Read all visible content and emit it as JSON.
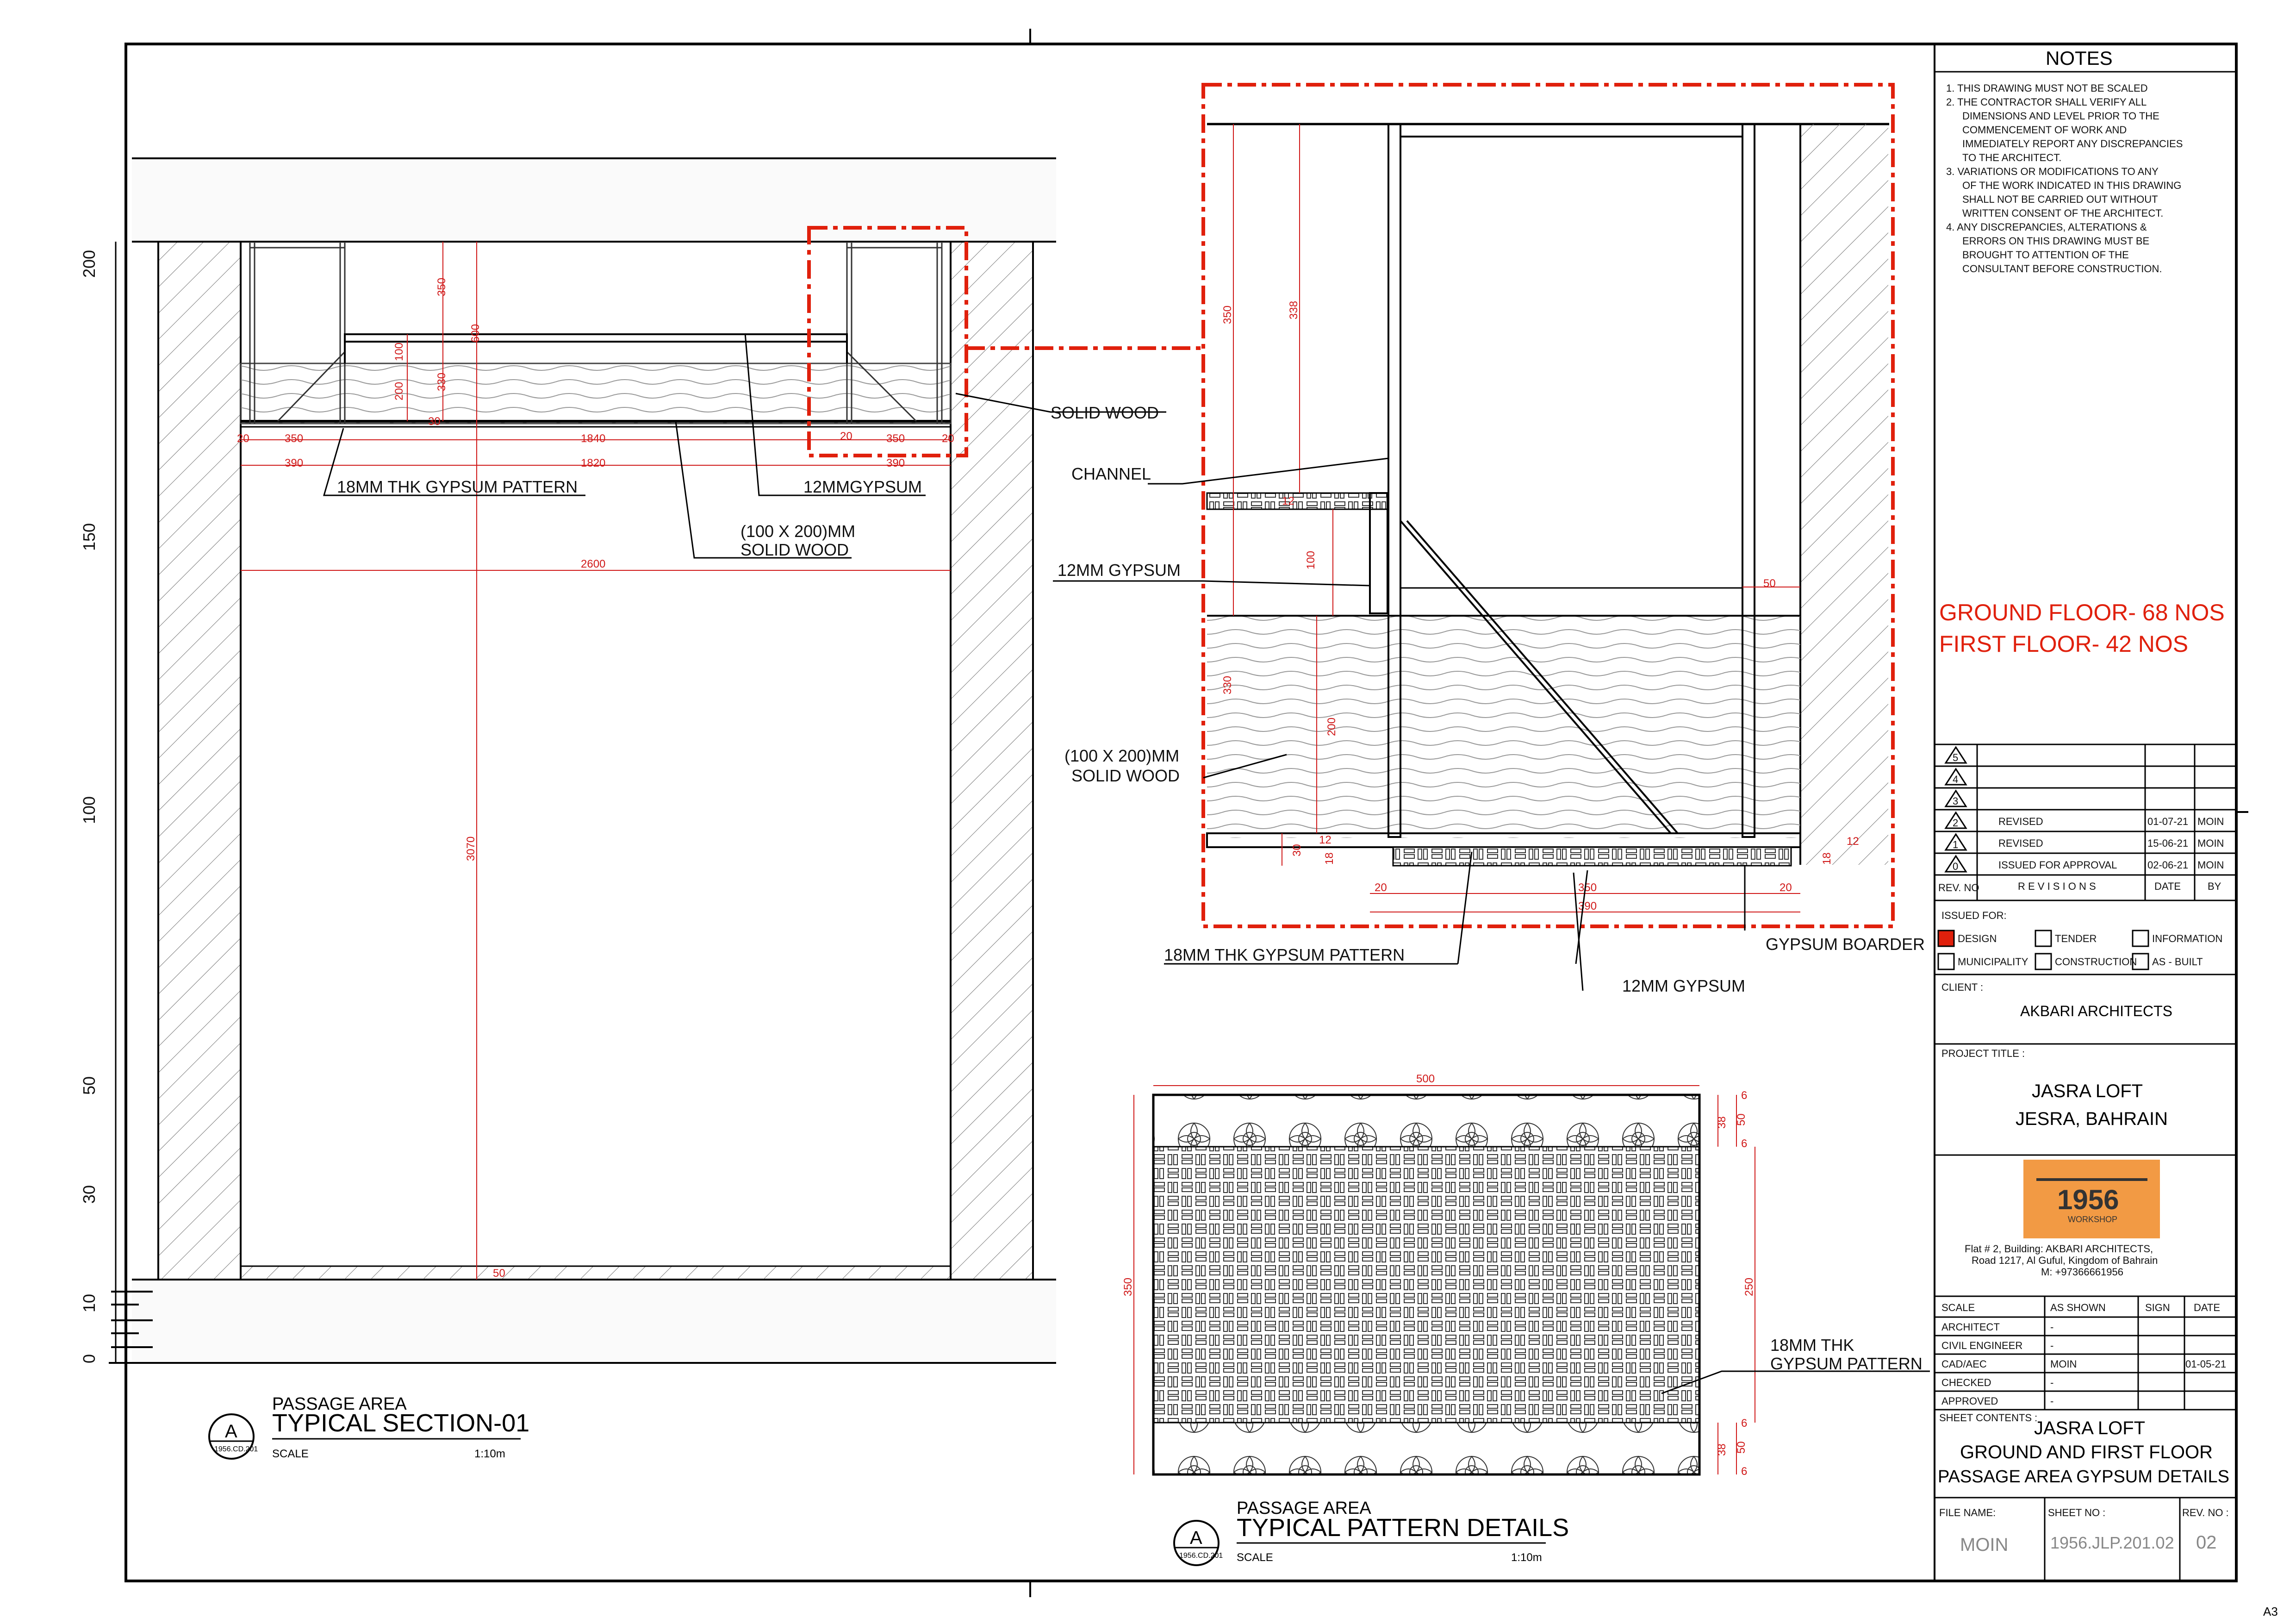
{
  "notes": {
    "title": "NOTES",
    "lines": [
      "1. THIS DRAWING MUST NOT BE SCALED",
      "2. THE CONTRACTOR SHALL VERIFY ALL",
      "DIMENSIONS AND LEVEL PRIOR TO THE",
      "COMMENCEMENT OF WORK AND",
      "IMMEDIATELY REPORT ANY DISCREPANCIES",
      "TO THE ARCHITECT.",
      "3. VARIATIONS OR MODIFICATIONS TO ANY",
      "OF THE WORK INDICATED IN THIS DRAWING",
      "SHALL NOT BE CARRIED OUT WITHOUT",
      "WRITTEN CONSENT OF THE ARCHITECT.",
      "4. ANY DISCREPANCIES, ALTERATIONS &",
      "ERRORS ON THIS DRAWING MUST BE",
      "BROUGHT TO ATTENTION OF THE",
      "CONSULTANT BEFORE CONSTRUCTION."
    ]
  },
  "quantities": [
    "GROUND FLOOR- 68 NOS",
    "FIRST FLOOR- 42 NOS"
  ],
  "revisions": {
    "rows": [
      {
        "no": "5",
        "desc": "",
        "date": "",
        "by": ""
      },
      {
        "no": "4",
        "desc": "",
        "date": "",
        "by": ""
      },
      {
        "no": "3",
        "desc": "",
        "date": "",
        "by": ""
      },
      {
        "no": "2",
        "desc": "REVISED",
        "date": "01-07-21",
        "by": "MOIN"
      },
      {
        "no": "1",
        "desc": "REVISED",
        "date": "15-06-21",
        "by": "MOIN"
      },
      {
        "no": "0",
        "desc": "ISSUED FOR APPROVAL",
        "date": "02-06-21",
        "by": "MOIN"
      }
    ],
    "header": {
      "no": "REV. NO",
      "title": "R E V I S I O N S",
      "date": "DATE",
      "by": "BY"
    }
  },
  "issued_for": {
    "label": "ISSUED FOR:",
    "options": [
      {
        "label": "DESIGN",
        "checked": true
      },
      {
        "label": "TENDER",
        "checked": false
      },
      {
        "label": "INFORMATION",
        "checked": false
      },
      {
        "label": "MUNICIPALITY",
        "checked": false
      },
      {
        "label": "CONSTRUCTION",
        "checked": false
      },
      {
        "label": "AS - BUILT",
        "checked": false
      }
    ]
  },
  "client": {
    "label": "CLIENT :",
    "name": "AKBARI ARCHITECTS"
  },
  "project": {
    "label": "PROJECT TITLE :",
    "line1": "JASRA LOFT",
    "line2": "JESRA, BAHRAIN"
  },
  "logo": {
    "text": "1956",
    "sub": "WORKSHOP"
  },
  "address": [
    "Flat # 2, Building: AKBARI ARCHITECTS,",
    "Road 1217, Al Guful, Kingdom of Bahrain",
    "M: +97366661956"
  ],
  "signoff": {
    "header": [
      "SCALE",
      "AS SHOWN",
      "SIGN",
      "DATE"
    ],
    "rows": [
      [
        "ARCHITECT",
        "-",
        "",
        ""
      ],
      [
        "CIVIL ENGINEER",
        "-",
        "",
        ""
      ],
      [
        "CAD/AEC",
        "MOIN",
        "",
        "01-05-21"
      ],
      [
        "CHECKED",
        "-",
        "",
        ""
      ],
      [
        "APPROVED",
        "-",
        "",
        ""
      ]
    ]
  },
  "sheet_contents": {
    "label": "SHEET CONTENTS :",
    "lines": [
      "JASRA LOFT",
      "GROUND AND FIRST FLOOR",
      "PASSAGE AREA GYPSUM DETAILS"
    ]
  },
  "footer": {
    "file_label": "FILE NAME:",
    "file": "MOIN",
    "sheet_label": "SHEET NO :",
    "sheet": "1956.JLP.201.02",
    "rev_label": "REV. NO :",
    "rev": "02"
  },
  "paper_size": "A3",
  "section": {
    "area": "PASSAGE AREA",
    "title": "TYPICAL SECTION-01",
    "scale_label": "SCALE",
    "scale": "1:10m",
    "bubble_letter": "A",
    "bubble_ref": "1956.CD.201",
    "scale_ticks": [
      "200",
      "150",
      "100",
      "50",
      "30",
      "10",
      "0"
    ],
    "labels": {
      "gypsum_pattern": "18MM THK GYPSUM  PATTERN",
      "gypsum12": "12MMGYPSUM",
      "wood_size": "(100 X 200)MM",
      "wood_name": "SOLID WOOD",
      "solid_wood": "SOLID WOOD"
    },
    "dims": {
      "d350a": "350",
      "d600": "600",
      "d100": "100",
      "d330": "330",
      "d200": "200",
      "d30": "30",
      "d20a": "20",
      "d350b": "350",
      "d1840": "1840",
      "d20b": "20",
      "d350c": "350",
      "d20c": "20",
      "d390a": "390",
      "d1820": "1820",
      "d390b": "390",
      "d2600": "2600",
      "d3070": "3070",
      "d50": "50"
    }
  },
  "detail": {
    "labels": {
      "channel": "CHANNEL",
      "gypsum12a": "12MM GYPSUM",
      "wood_size": "(100 X 200)MM",
      "wood_name": "SOLID WOOD",
      "gypsum_pattern": "18MM THK GYPSUM  PATTERN",
      "gypsum_boarder": "GYPSUM  BOARDER",
      "gypsum12b": "12MM GYPSUM"
    },
    "dims": {
      "d350": "350",
      "d338": "338",
      "d12a": "12",
      "d100": "100",
      "d50": "50",
      "d330": "330",
      "d200": "200",
      "d30": "30",
      "d12b": "12",
      "d18a": "18",
      "d12c": "12",
      "d18b": "18",
      "d20a": "20",
      "d350b": "350",
      "d20b": "20",
      "d390": "390"
    }
  },
  "pattern": {
    "area": "PASSAGE AREA",
    "title": "TYPICAL PATTERN DETAILS",
    "scale_label": "SCALE",
    "scale": "1:10m",
    "bubble_letter": "A",
    "bubble_ref": "1956.CD.201",
    "label1": "18MM THK",
    "label2": "GYPSUM  PATTERN",
    "dims": {
      "d500": "500",
      "d6a": "6",
      "d38a": "38",
      "d50a": "50",
      "d6b": "6",
      "d350": "350",
      "d250": "250",
      "d6c": "6",
      "d38b": "38",
      "d50b": "50",
      "d6d": "6"
    }
  }
}
